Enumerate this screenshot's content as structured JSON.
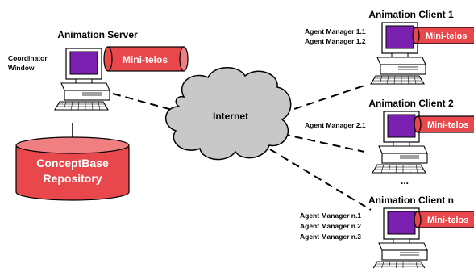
{
  "colors": {
    "repository_fill": "#e8474b",
    "cloud_fill": "#c8c8c8",
    "monitor_screen": "#7a1fb0"
  },
  "server": {
    "title": "Animation Server",
    "coordinator_label_line1": "Coordinator",
    "coordinator_label_line2": "Window",
    "minitelos": "Mini-telos",
    "repository_line1": "ConceptBase",
    "repository_line2": "Repository"
  },
  "network": {
    "label": "Internet"
  },
  "clients": [
    {
      "title": "Animation Client 1",
      "agents": [
        "Agent Manager 1.1",
        "Agent Manager 1.2"
      ],
      "minitelos": "Mini-telos"
    },
    {
      "title": "Animation Client 2",
      "agents": [
        "Agent Manager 2.1"
      ],
      "minitelos": "Mini-telos"
    },
    {
      "title": "Animation Client n",
      "agents": [
        "Agent Manager n.1",
        "Agent Manager n.2",
        "Agent Manager n.3"
      ],
      "minitelos": "Mini-telos"
    }
  ],
  "ellipsis": "..."
}
